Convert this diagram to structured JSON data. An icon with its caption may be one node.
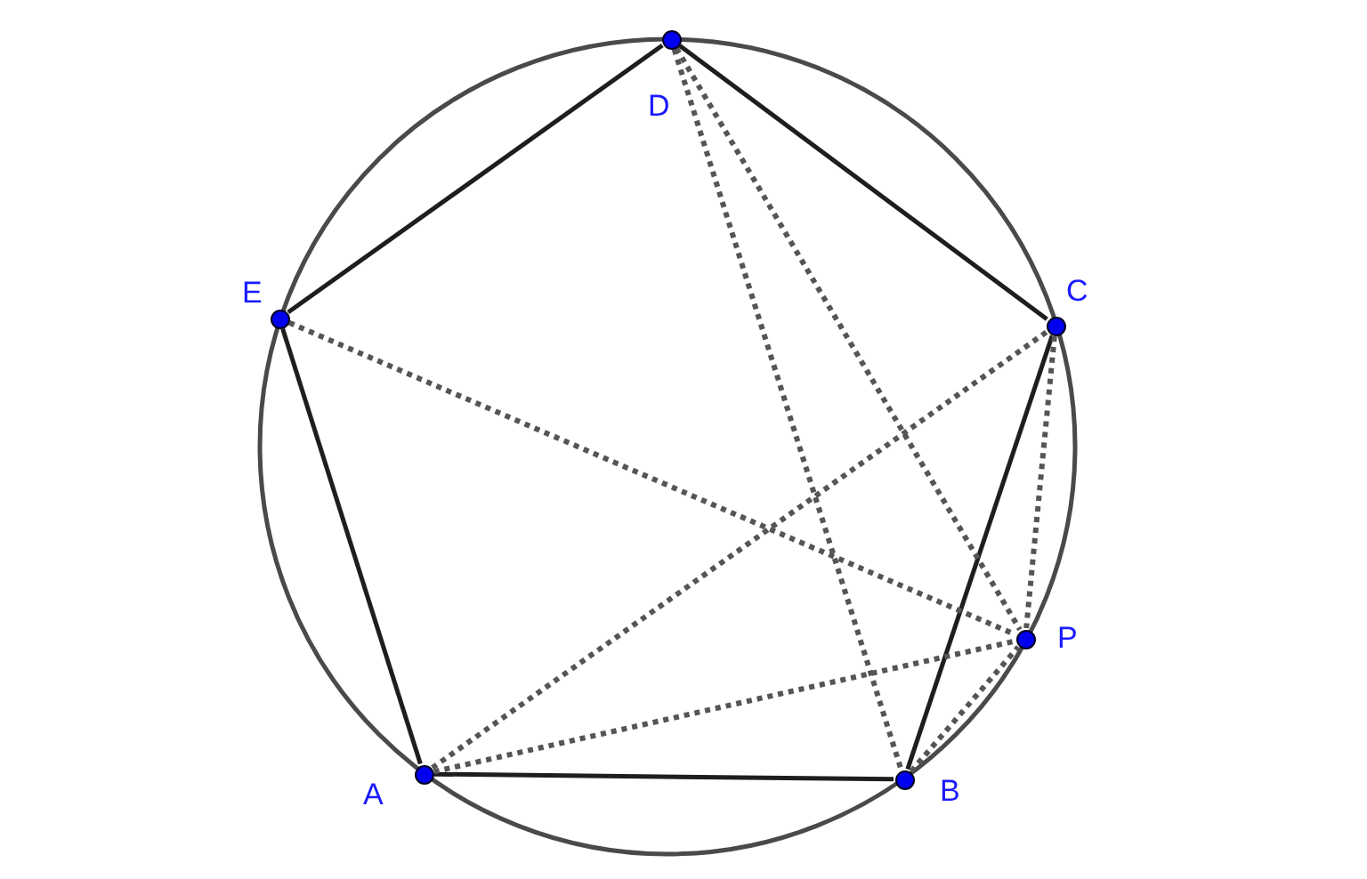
{
  "diagram": {
    "nodes": [
      {
        "text": [],
        "shape": "circle",
        "beside": [
          "A"
        ]
      },
      {
        "text": [],
        "shape": "circle",
        "beside": [
          "B"
        ]
      },
      {
        "text": [],
        "shape": "circle",
        "beside": [
          "C"
        ]
      },
      {
        "text": [],
        "shape": "circle",
        "beside": [
          "D"
        ]
      },
      {
        "text": [],
        "shape": "circle",
        "beside": [
          "E"
        ]
      },
      {
        "text": [],
        "shape": "circle",
        "beside": [
          "P"
        ]
      }
    ],
    "edges": [
      {
        "from": 0,
        "to": 1,
        "arrow": "none"
      },
      {
        "from": 1,
        "to": 2,
        "arrow": "none"
      },
      {
        "from": 2,
        "to": 3,
        "arrow": "none"
      },
      {
        "from": 3,
        "to": 4,
        "arrow": "none"
      },
      {
        "from": 4,
        "to": 0,
        "arrow": "none"
      },
      {
        "from": 3,
        "to": 1,
        "arrow": "none",
        "style": "dashed"
      },
      {
        "from": 3,
        "to": 5,
        "arrow": "none",
        "style": "dashed"
      },
      {
        "from": 4,
        "to": 5,
        "arrow": "none",
        "style": "dashed"
      },
      {
        "from": 0,
        "to": 2,
        "arrow": "none",
        "style": "dashed"
      },
      {
        "from": 0,
        "to": 5,
        "arrow": "none",
        "style": "dashed"
      },
      {
        "from": 1,
        "to": 5,
        "arrow": "none",
        "style": "dashed"
      },
      {
        "from": 2,
        "to": 5,
        "arrow": "none",
        "style": "dashed"
      }
    ]
  }
}
